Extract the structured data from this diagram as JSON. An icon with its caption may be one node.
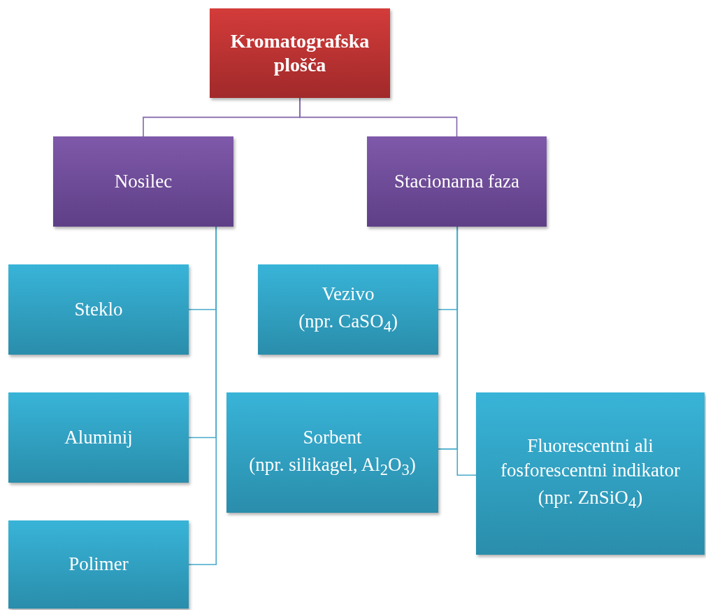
{
  "diagram": {
    "nodes": [
      {
        "text": [
          "Kromatografska plošča"
        ]
      },
      {
        "text": [
          "Nosilec"
        ]
      },
      {
        "text": [
          "Stacionarna faza"
        ]
      },
      {
        "text": [
          "Steklo"
        ]
      },
      {
        "text": [
          "Aluminij"
        ]
      },
      {
        "text": [
          "Polimer"
        ]
      },
      {
        "text": [
          "Vezivo",
          "(npr. CaSO$_{4}$)"
        ]
      },
      {
        "text": [
          "Sorbent",
          "(npr. silikagel, Al$_{2}$O$_{3}$)"
        ]
      },
      {
        "text": [
          "Fluorescentni ali fosforescentni indikator",
          "(npr. ZnSiO$_{4}$)"
        ]
      }
    ],
    "edges": [
      {
        "from": 0,
        "to": 1,
        "arrow": "none"
      },
      {
        "from": 0,
        "to": 2,
        "arrow": "none"
      },
      {
        "from": 1,
        "to": 3,
        "arrow": "none"
      },
      {
        "from": 1,
        "to": 4,
        "arrow": "none"
      },
      {
        "from": 1,
        "to": 5,
        "arrow": "none"
      },
      {
        "from": 2,
        "to": 6,
        "arrow": "none"
      },
      {
        "from": 2,
        "to": 7,
        "arrow": "none"
      },
      {
        "from": 2,
        "to": 8,
        "arrow": "none"
      }
    ]
  }
}
